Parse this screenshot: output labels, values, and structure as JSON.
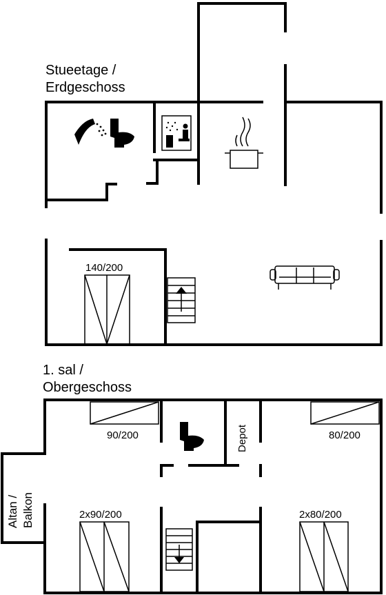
{
  "floors": {
    "ground": {
      "line1": "Stueetage /",
      "line2": "Erdgeschoss"
    },
    "upper": {
      "line1": "1. sal /",
      "line2": "Obergeschoss"
    }
  },
  "beds": {
    "ground_double": "140/200",
    "upper_single_a": "90/200",
    "upper_single_b": "80/200",
    "upper_twin_a": "2x90/200",
    "upper_twin_b": "2x80/200"
  },
  "rooms": {
    "depot": "Depot",
    "balcony_line1": "Altan /",
    "balcony_line2": "Balkon"
  },
  "icons": [
    "shower-icon",
    "toilet-icon",
    "sauna-icon",
    "cooking-pot-icon",
    "sofa-icon",
    "stairs-up-icon",
    "stairs-down-icon"
  ]
}
